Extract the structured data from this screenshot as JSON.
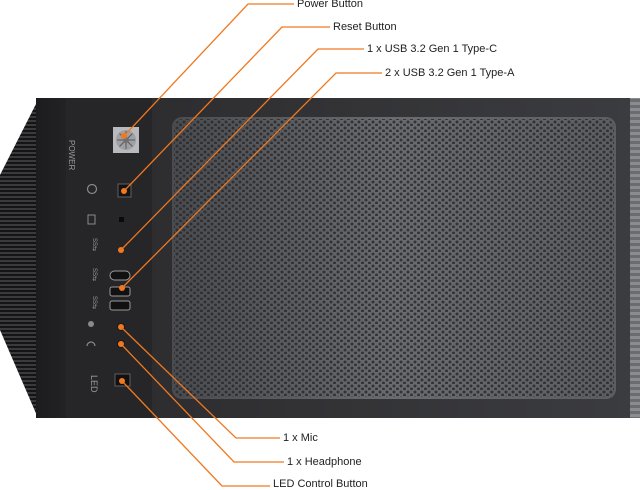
{
  "diagram": {
    "panel_labels": {
      "power": "POWER",
      "led": "LED",
      "usb_mark": "SS⇆"
    },
    "callouts": [
      {
        "id": "power-button",
        "label": "Power Button"
      },
      {
        "id": "reset-button",
        "label": "Reset Button"
      },
      {
        "id": "usb-type-c",
        "label": "1 x USB 3.2 Gen 1 Type-C"
      },
      {
        "id": "usb-type-a",
        "label": "2 x USB 3.2 Gen 1 Type-A"
      },
      {
        "id": "mic",
        "label": "1 x Mic"
      },
      {
        "id": "headphone",
        "label": "1 x Headphone"
      },
      {
        "id": "led-button",
        "label": "LED Control Button"
      }
    ],
    "colors": {
      "callout": "#f07820",
      "case_dark": "#2a2a2c",
      "mesh": "#5a5b5e",
      "text": "#222222"
    }
  }
}
